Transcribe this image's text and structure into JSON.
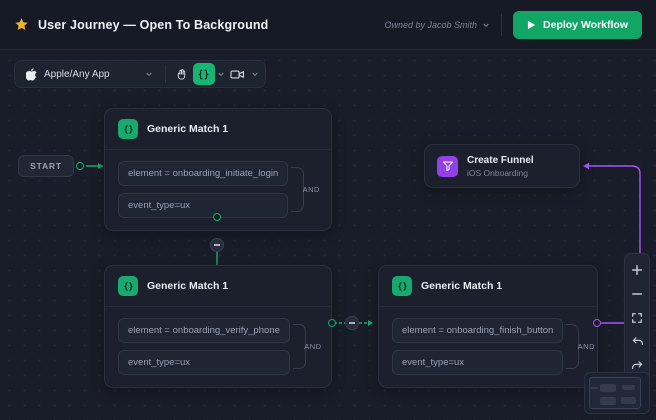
{
  "header": {
    "star_icon": "star-icon",
    "title": "User Journey — Open To Background",
    "owner_text": "Owned by Jacob Smith",
    "owner_chevron": "chevron-down-icon",
    "deploy_label": "Deploy Workflow",
    "deploy_icon": "play-icon",
    "accent_green": "#11a566",
    "star_color": "#f0b429"
  },
  "toolbar": {
    "app_icon": "apple-icon",
    "app_label": "Apple/Any App",
    "app_chevron": "chevron-down-icon",
    "hand_tool": "hand-icon",
    "code_tool": "code-brackets-icon",
    "code_chevron": "chevron-down-icon",
    "video_tool": "video-camera-icon",
    "video_chevron": "chevron-down-icon",
    "active_tool": "code-brackets-icon",
    "active_color": "#15b573"
  },
  "canvas": {
    "start_label": "START",
    "and_label": "AND",
    "edge_green": "#18a96e",
    "edge_purple": "#a855f7",
    "nodes": [
      {
        "title": "Generic Match 1",
        "icon": "code-brackets-icon",
        "conditions": [
          "element = onboarding_initiate_login",
          "event_type=ux"
        ],
        "operator": "AND"
      },
      {
        "title": "Generic Match 1",
        "icon": "code-brackets-icon",
        "conditions": [
          "element = onboarding_verify_phone",
          "event_type=ux"
        ],
        "operator": "AND"
      },
      {
        "title": "Generic Match 1",
        "icon": "code-brackets-icon",
        "conditions": [
          "element = onboarding_finish_button",
          "event_type=ux"
        ],
        "operator": "AND"
      }
    ],
    "funnel": {
      "icon": "funnel-icon",
      "title": "Create Funnel",
      "subtitle": "iOS Onboarding",
      "color": "#9340e8"
    }
  },
  "controls": {
    "zoom_in": "plus-icon",
    "zoom_out": "minus-icon",
    "fit_screen": "fit-to-screen-icon",
    "undo": "undo-arrow-icon",
    "redo": "redo-arrow-icon"
  },
  "minimap": {
    "name": "minimap"
  }
}
